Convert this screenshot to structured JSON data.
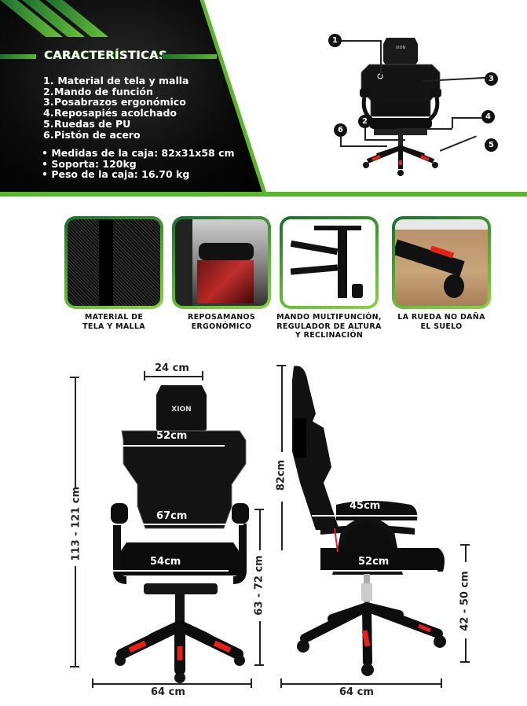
{
  "header": {
    "title": "CARACTERÍSTICAS",
    "features": [
      {
        "num": "1.",
        "text": "Material de tela y malla"
      },
      {
        "num": "2.",
        "text": "Mando de función"
      },
      {
        "num": "3.",
        "text": "Posabrazos ergonómico"
      },
      {
        "num": "4.",
        "text": "Reposapiés acolchado"
      },
      {
        "num": "5.",
        "text": "Ruedas de PU"
      },
      {
        "num": "6.",
        "text": "Pistón de acero"
      }
    ],
    "specs": [
      "• Medidas de la caja: 82x31x58 cm",
      "• Soporta: 120kg",
      "• Peso de la caja: 16.70 kg"
    ],
    "callouts": [
      "1",
      "2",
      "3",
      "4",
      "5",
      "6"
    ],
    "brand_logo": "XION"
  },
  "thumbnails": [
    {
      "caption_l1": "MATERIAL DE",
      "caption_l2": "TELA Y MALLA",
      "caption_l3": ""
    },
    {
      "caption_l1": "REPOSAMANOS",
      "caption_l2": "ERGONÓMICO",
      "caption_l3": ""
    },
    {
      "caption_l1": "MANDO MULTIFUNCIÓN,",
      "caption_l2": "REGULADOR DE ALTURA",
      "caption_l3": "Y RECLINACIÓN"
    },
    {
      "caption_l1": "LA RUEDA NO DAÑA",
      "caption_l2": "EL SUELO",
      "caption_l3": ""
    }
  ],
  "dimensions": {
    "front": {
      "headrest_width": "24 cm",
      "back_width": "52cm",
      "armrest_width": "67cm",
      "seat_width": "54cm",
      "total_height": "113 - 121 cm",
      "arm_height": "63 - 72 cm",
      "base_width": "64 cm"
    },
    "side": {
      "back_height": "82cm",
      "arm_depth": "45cm",
      "seat_depth": "52cm",
      "seat_height": "42 - 50 cm",
      "base_width": "64 cm"
    }
  },
  "colors": {
    "green_dark": "#1b6d2e",
    "green_light": "#5cb531",
    "accent_red": "#e0241b",
    "panel_black": "#0a0a0a"
  }
}
